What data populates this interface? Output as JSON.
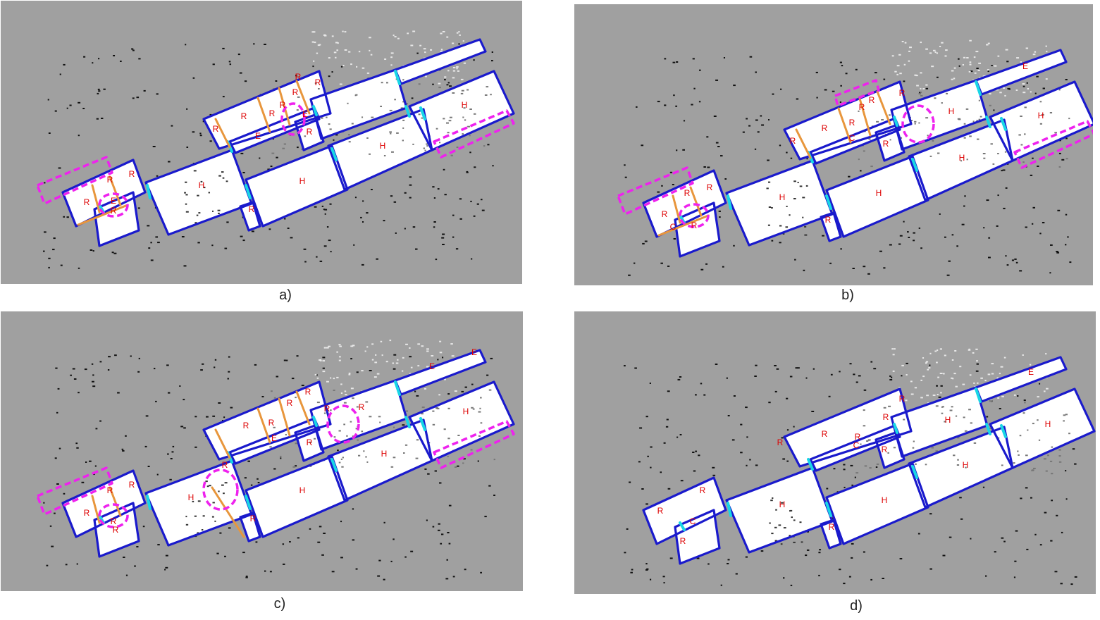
{
  "captions": {
    "a": "a)",
    "b": "b)",
    "c": "c)",
    "d": "d)"
  },
  "labels": {
    "a": [
      "R",
      "R",
      "R",
      "R",
      "R",
      "R",
      "R",
      "R",
      "R",
      "R",
      "R",
      "R",
      "R",
      "E",
      "E",
      "E",
      "H",
      "H",
      "H",
      "H"
    ],
    "b": [
      "R",
      "R",
      "R",
      "R",
      "R",
      "R",
      "R",
      "R",
      "R",
      "R",
      "R",
      "R",
      "C",
      "C",
      "E",
      "H",
      "H",
      "H",
      "H",
      "H"
    ],
    "c": [
      "R",
      "R",
      "R",
      "R",
      "R",
      "R",
      "R",
      "R",
      "R",
      "R",
      "R",
      "R",
      "R",
      "R",
      "E",
      "E",
      "E",
      "H",
      "H",
      "H",
      "H"
    ],
    "d": [
      "R",
      "R",
      "R",
      "R",
      "R",
      "R",
      "R",
      "R",
      "R",
      "R",
      "C",
      "C",
      "E",
      "H",
      "H",
      "H",
      "H",
      "H"
    ]
  },
  "colors": {
    "background": "#a0a0a0",
    "room_border": "#1a1acc",
    "door": "#19d6e6",
    "false_split": "#e8963c",
    "error_highlight": "#ee22ee",
    "label": "#dd0000",
    "floor": "#ffffff",
    "obstacle": "#111111"
  }
}
